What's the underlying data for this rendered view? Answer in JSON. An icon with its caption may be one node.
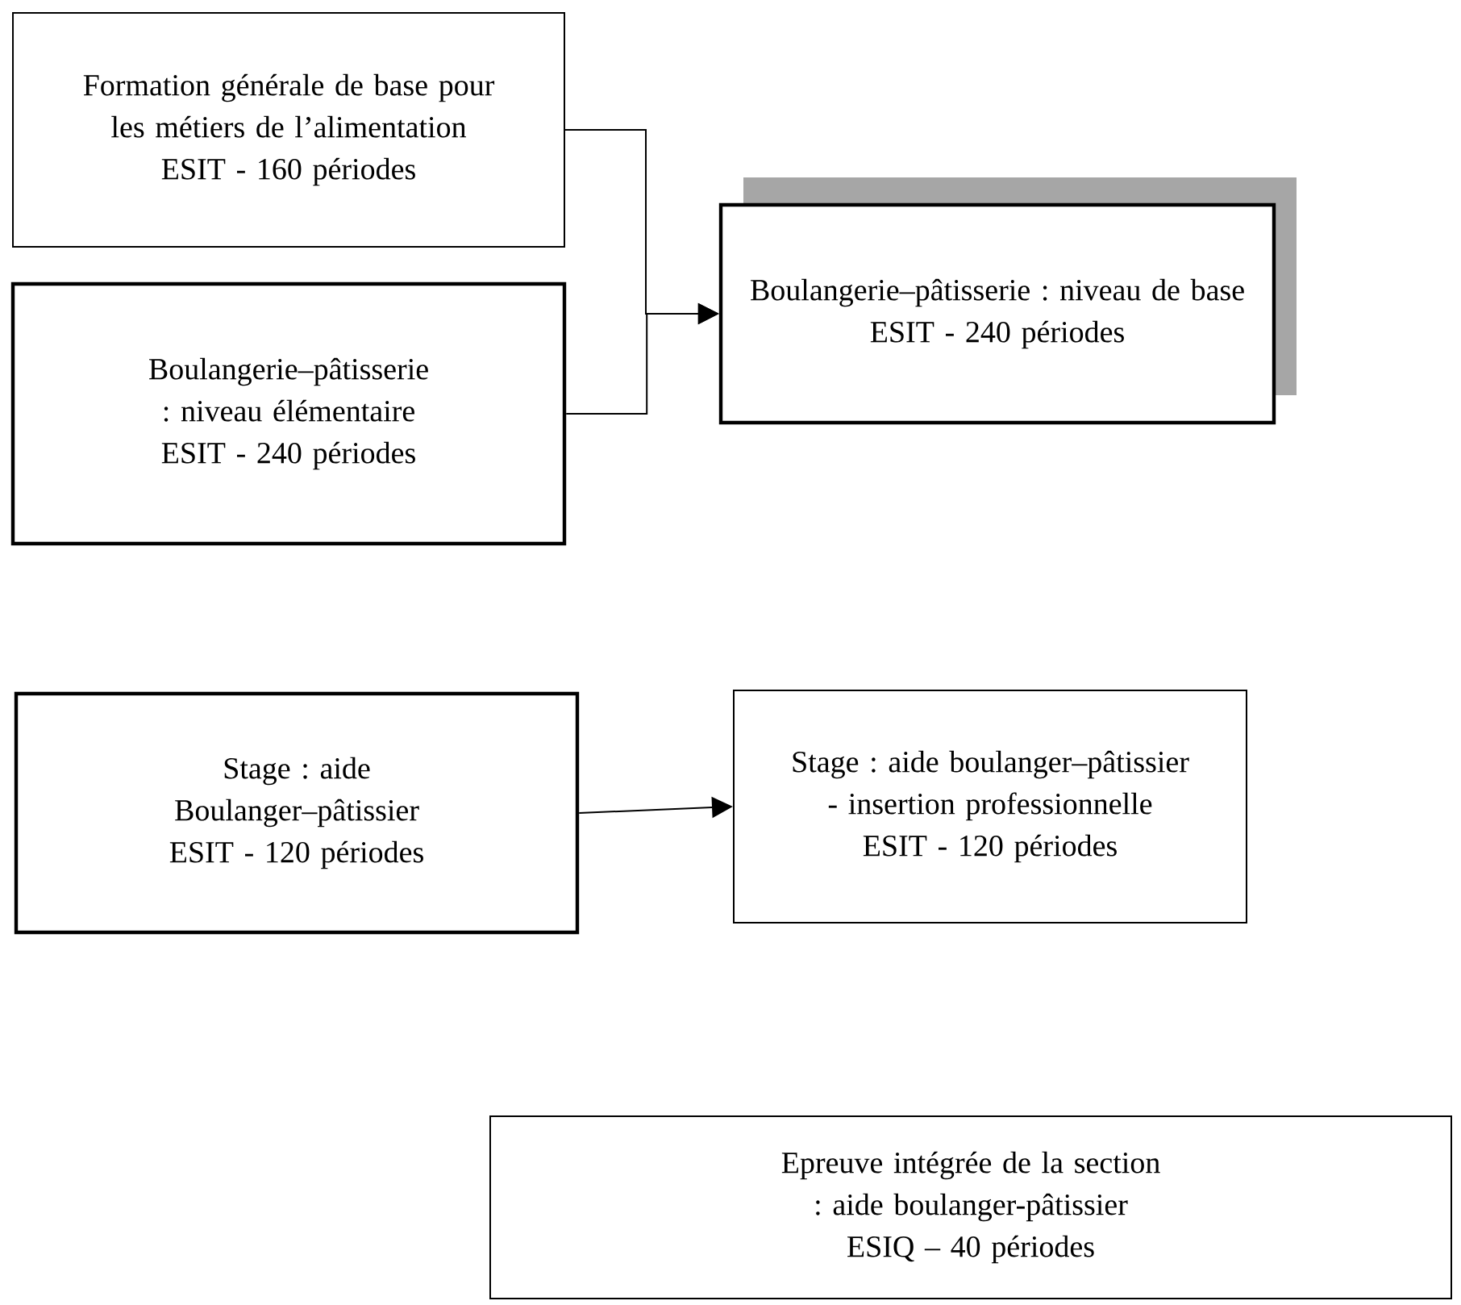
{
  "diagram": {
    "nodes": [
      {
        "text": [
          "Formation générale de base pour les métiers de l’alimentation",
          "ESIT - 160 périodes"
        ]
      },
      {
        "text": [
          "Boulangerie–pâtisserie : niveau élémentaire",
          "ESIT - 240 périodes"
        ]
      },
      {
        "text": [
          "Boulangerie–pâtisserie : niveau de base",
          "ESIT - 240 périodes"
        ]
      },
      {
        "text": [
          "Stage : aide Boulanger–pâtissier",
          "ESIT - 120 périodes"
        ]
      },
      {
        "text": [
          "Stage : aide boulanger–pâtissier - insertion professionnelle",
          "ESIT - 120 périodes"
        ]
      },
      {
        "text": [
          "Epreuve intégrée de la section : aide boulanger-pâtissier",
          "ESIQ – 40 périodes"
        ]
      }
    ],
    "edges": [
      {
        "from": 0,
        "to": 2,
        "arrow": "to"
      },
      {
        "from": 1,
        "to": 2,
        "arrow": "to"
      },
      {
        "from": 3,
        "to": 4,
        "arrow": "to"
      }
    ]
  }
}
